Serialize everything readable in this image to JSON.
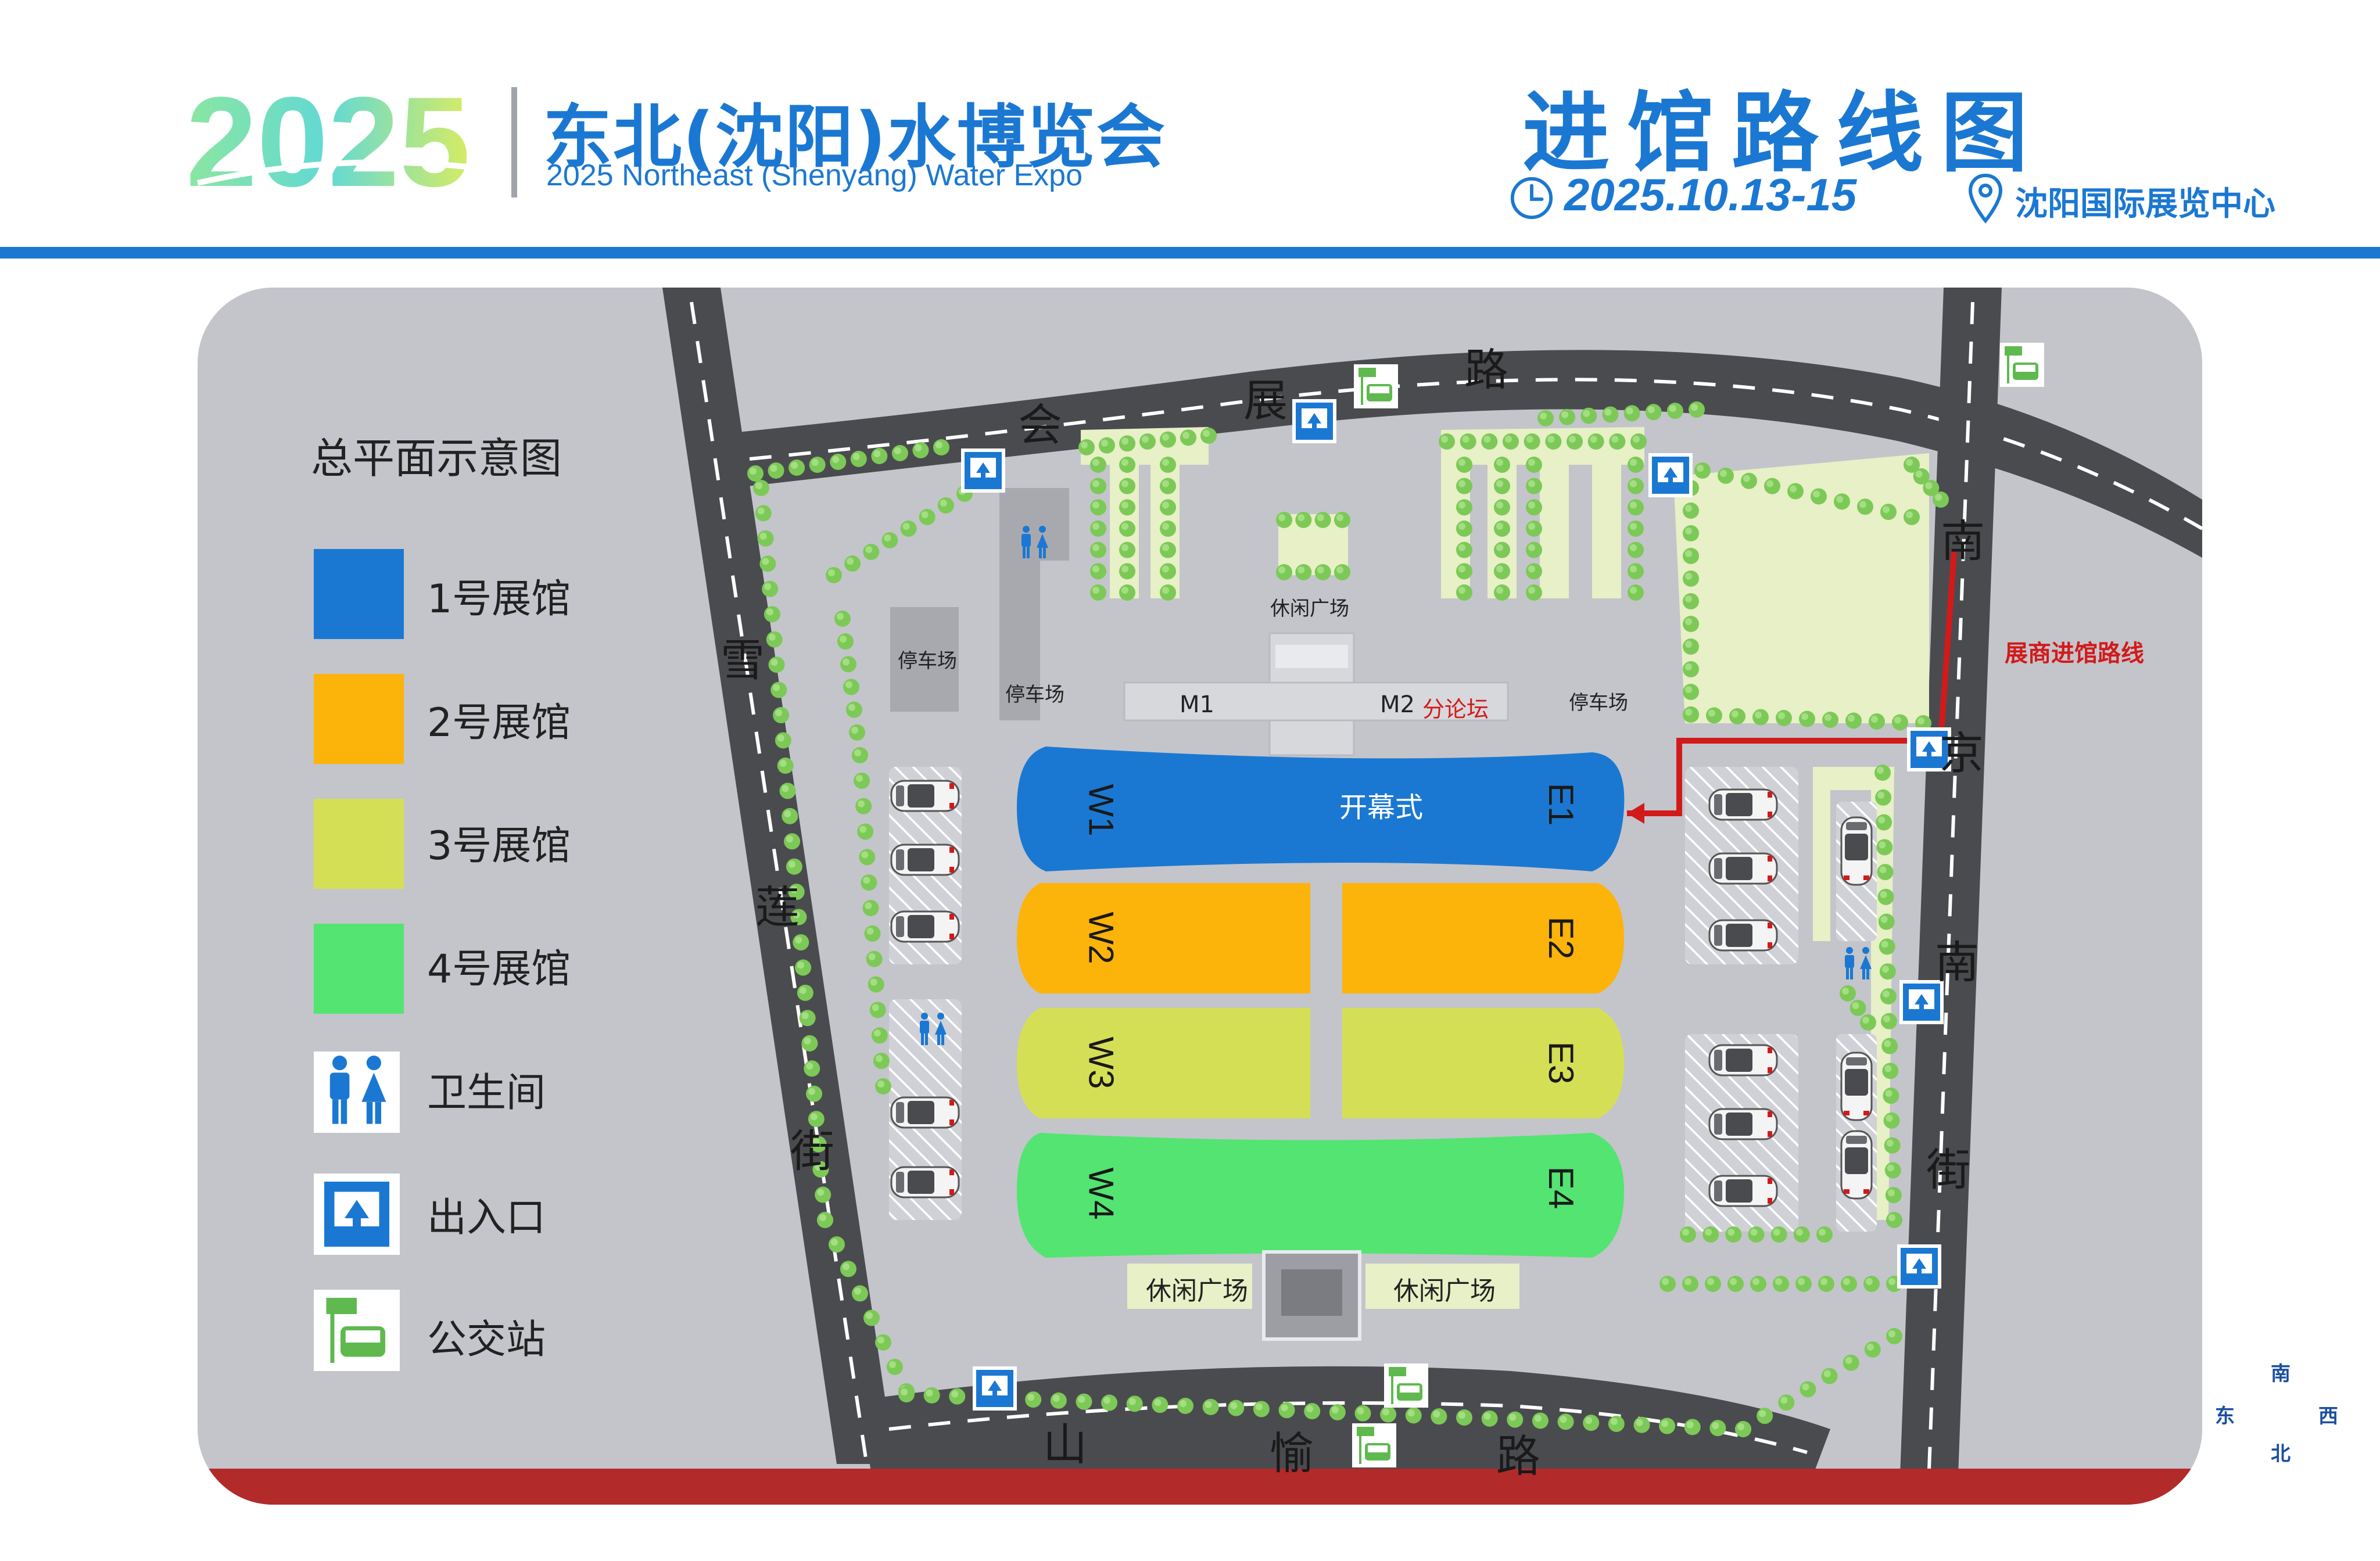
{
  "header": {
    "logo_year": "2025",
    "title_cn": "东北(沈阳)水博览会",
    "title_en": "2025 Northeast (Shenyang) Water Expo",
    "page_heading": "进馆路线图",
    "date": "2025.10.13-15",
    "venue": "沈阳国际展览中心"
  },
  "legend": {
    "title": "总平面示意图",
    "items": [
      {
        "label": "1号展馆",
        "color": "#1b78d2"
      },
      {
        "label": "2号展馆",
        "color": "#fcb30a"
      },
      {
        "label": "3号展馆",
        "color": "#d5df56"
      },
      {
        "label": "4号展馆",
        "color": "#53e472"
      },
      {
        "label": "卫生间",
        "icon": "restroom-icon"
      },
      {
        "label": "出入口",
        "icon": "entrance-icon"
      },
      {
        "label": "公交站",
        "icon": "bus-stop-icon"
      }
    ]
  },
  "map": {
    "streets": {
      "north": [
        "会",
        "展",
        "路"
      ],
      "west": [
        "雪",
        "莲",
        "街"
      ],
      "east": [
        "南",
        "京",
        "南",
        "街"
      ],
      "south": [
        "山",
        "愉",
        "路"
      ]
    },
    "halls": {
      "hall1": {
        "west": "W1",
        "east": "E1",
        "center": "开幕式"
      },
      "hall2": {
        "west": "W2",
        "east": "E2"
      },
      "hall3": {
        "west": "W3",
        "east": "E3"
      },
      "hall4": {
        "west": "W4",
        "east": "E4"
      }
    },
    "labels": {
      "leisure_plaza": "休闲广场",
      "parking": "停车场",
      "m1": "M1",
      "m2": "M2",
      "forum": "分论坛",
      "leisure_south_west": "休闲广场",
      "leisure_south_east": "休闲广场",
      "exhibitor_route": "展商进馆路线"
    },
    "compass": {
      "north": "南",
      "south": "北",
      "west": "东",
      "east": "西"
    }
  },
  "colors": {
    "brand_blue": "#1b78d2",
    "hall1": "#1b78d2",
    "hall2": "#fcb30a",
    "hall3": "#d5df56",
    "hall4": "#53e472",
    "route_red": "#d21a1a",
    "road": "#4a4b4f",
    "ground": "#c3c5cb",
    "lawn": "#e7f0c6",
    "tree": "#7dc957",
    "bottom_band": "#b32a2a"
  }
}
